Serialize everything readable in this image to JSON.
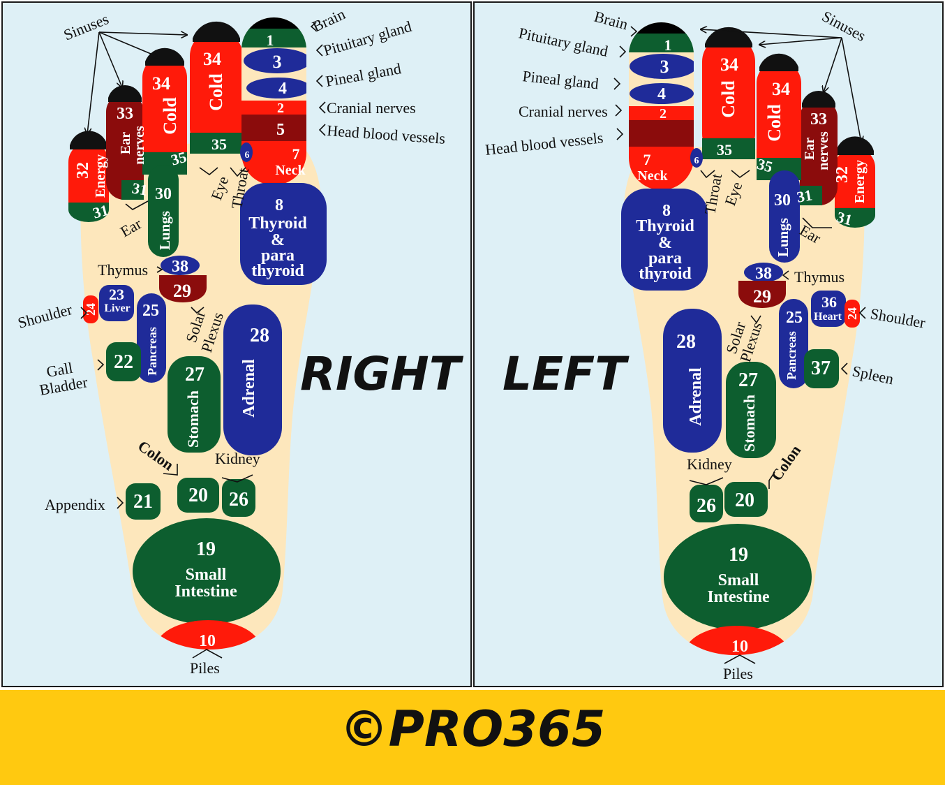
{
  "colors": {
    "background": "#def0f6",
    "foot_skin": "#fde7bc",
    "red": "#ff1a0a",
    "dark_red": "#8b0c0c",
    "navy": "#1f2b99",
    "green": "#0d5e2f",
    "band": "#ffc910",
    "black": "#000000"
  },
  "feet": {
    "right": {
      "title": "RIGHT",
      "zones": {
        "z1": "1",
        "z3": "3",
        "z4": "4",
        "z2": "2",
        "z5": "5",
        "z7": "7",
        "neck": "Neck",
        "z6": "6",
        "z34a": "34",
        "cold_a": "Cold",
        "z34b": "34",
        "cold_b": "Cold",
        "z33": "33",
        "ear_nerves_1": "Ear",
        "ear_nerves_2": "nerves",
        "z32": "32",
        "energy": "Energy",
        "z35a": "35",
        "z35b": "35",
        "z31a": "31",
        "z31b": "31",
        "z30": "30",
        "lungs": "Lungs",
        "z8": "8",
        "thyroid_1": "Thyroid",
        "thyroid_2": "&",
        "thyroid_3": "para",
        "thyroid_4": "thyroid",
        "z38": "38",
        "z29": "29",
        "z24": "24",
        "z23": "23",
        "liver": "Liver",
        "z25": "25",
        "pancreas": "Pancreas",
        "z28": "28",
        "adrenal": "Adrenal",
        "z22": "22",
        "z27": "27",
        "stomach": "Stomach",
        "z21": "21",
        "z20": "20",
        "z26": "26",
        "z19": "19",
        "small_intestine_1": "Small",
        "small_intestine_2": "Intestine",
        "z10": "10"
      },
      "labels": {
        "sinuses": "Sinuses",
        "brain": "Brain",
        "pituitary": "Pituitary gland",
        "pineal": "Pineal gland",
        "cranial": "Cranial nerves",
        "head_blood": "Head blood vessels",
        "eye": "Eye",
        "throat": "Throat",
        "ear": "Ear",
        "thymus": "Thymus",
        "shoulder": "Shoulder",
        "solar_1": "Solar",
        "solar_2": "Plexus",
        "gall_1": "Gall",
        "gall_2": "Bladder",
        "colon": "Colon",
        "kidney": "Kidney",
        "appendix": "Appendix",
        "piles": "Piles"
      }
    },
    "left": {
      "title": "LEFT",
      "zones": {
        "z1": "1",
        "z3": "3",
        "z4": "4",
        "z2": "2",
        "z7": "7",
        "neck": "Neck",
        "z6": "6",
        "z34a": "34",
        "cold_a": "Cold",
        "z34b": "34",
        "cold_b": "Cold",
        "z33": "33",
        "ear_nerves_1": "Ear",
        "ear_nerves_2": "nerves",
        "z32": "32",
        "energy": "Energy",
        "z35a": "35",
        "z35b": "35",
        "z31a": "31",
        "z31b": "31",
        "z30": "30",
        "lungs": "Lungs",
        "z8": "8",
        "thyroid_1": "Thyroid",
        "thyroid_2": "&",
        "thyroid_3": "para",
        "thyroid_4": "thyroid",
        "z38": "38",
        "z29": "29",
        "z36": "36",
        "heart": "Heart",
        "z24": "24",
        "z25": "25",
        "pancreas": "Pancreas",
        "z28": "28",
        "adrenal": "Adrenal",
        "z37": "37",
        "z27": "27",
        "stomach": "Stomach",
        "z26": "26",
        "z20": "20",
        "z19": "19",
        "small_intestine_1": "Small",
        "small_intestine_2": "Intestine",
        "z10": "10"
      },
      "labels": {
        "sinuses": "Sinuses",
        "brain": "Brain",
        "pituitary": "Pituitary gland",
        "pineal": "Pineal gland",
        "cranial": "Cranial nerves",
        "head_blood": "Head blood vessels",
        "eye": "Eye",
        "throat": "Throat",
        "ear": "Ear",
        "thymus": "Thymus",
        "shoulder": "Shoulder",
        "solar_1": "Solar",
        "solar_2": "Plexus",
        "spleen": "Spleen",
        "colon": "Colon",
        "kidney": "Kidney",
        "piles": "Piles"
      }
    }
  },
  "footer": {
    "copyright": "©PRO365"
  }
}
